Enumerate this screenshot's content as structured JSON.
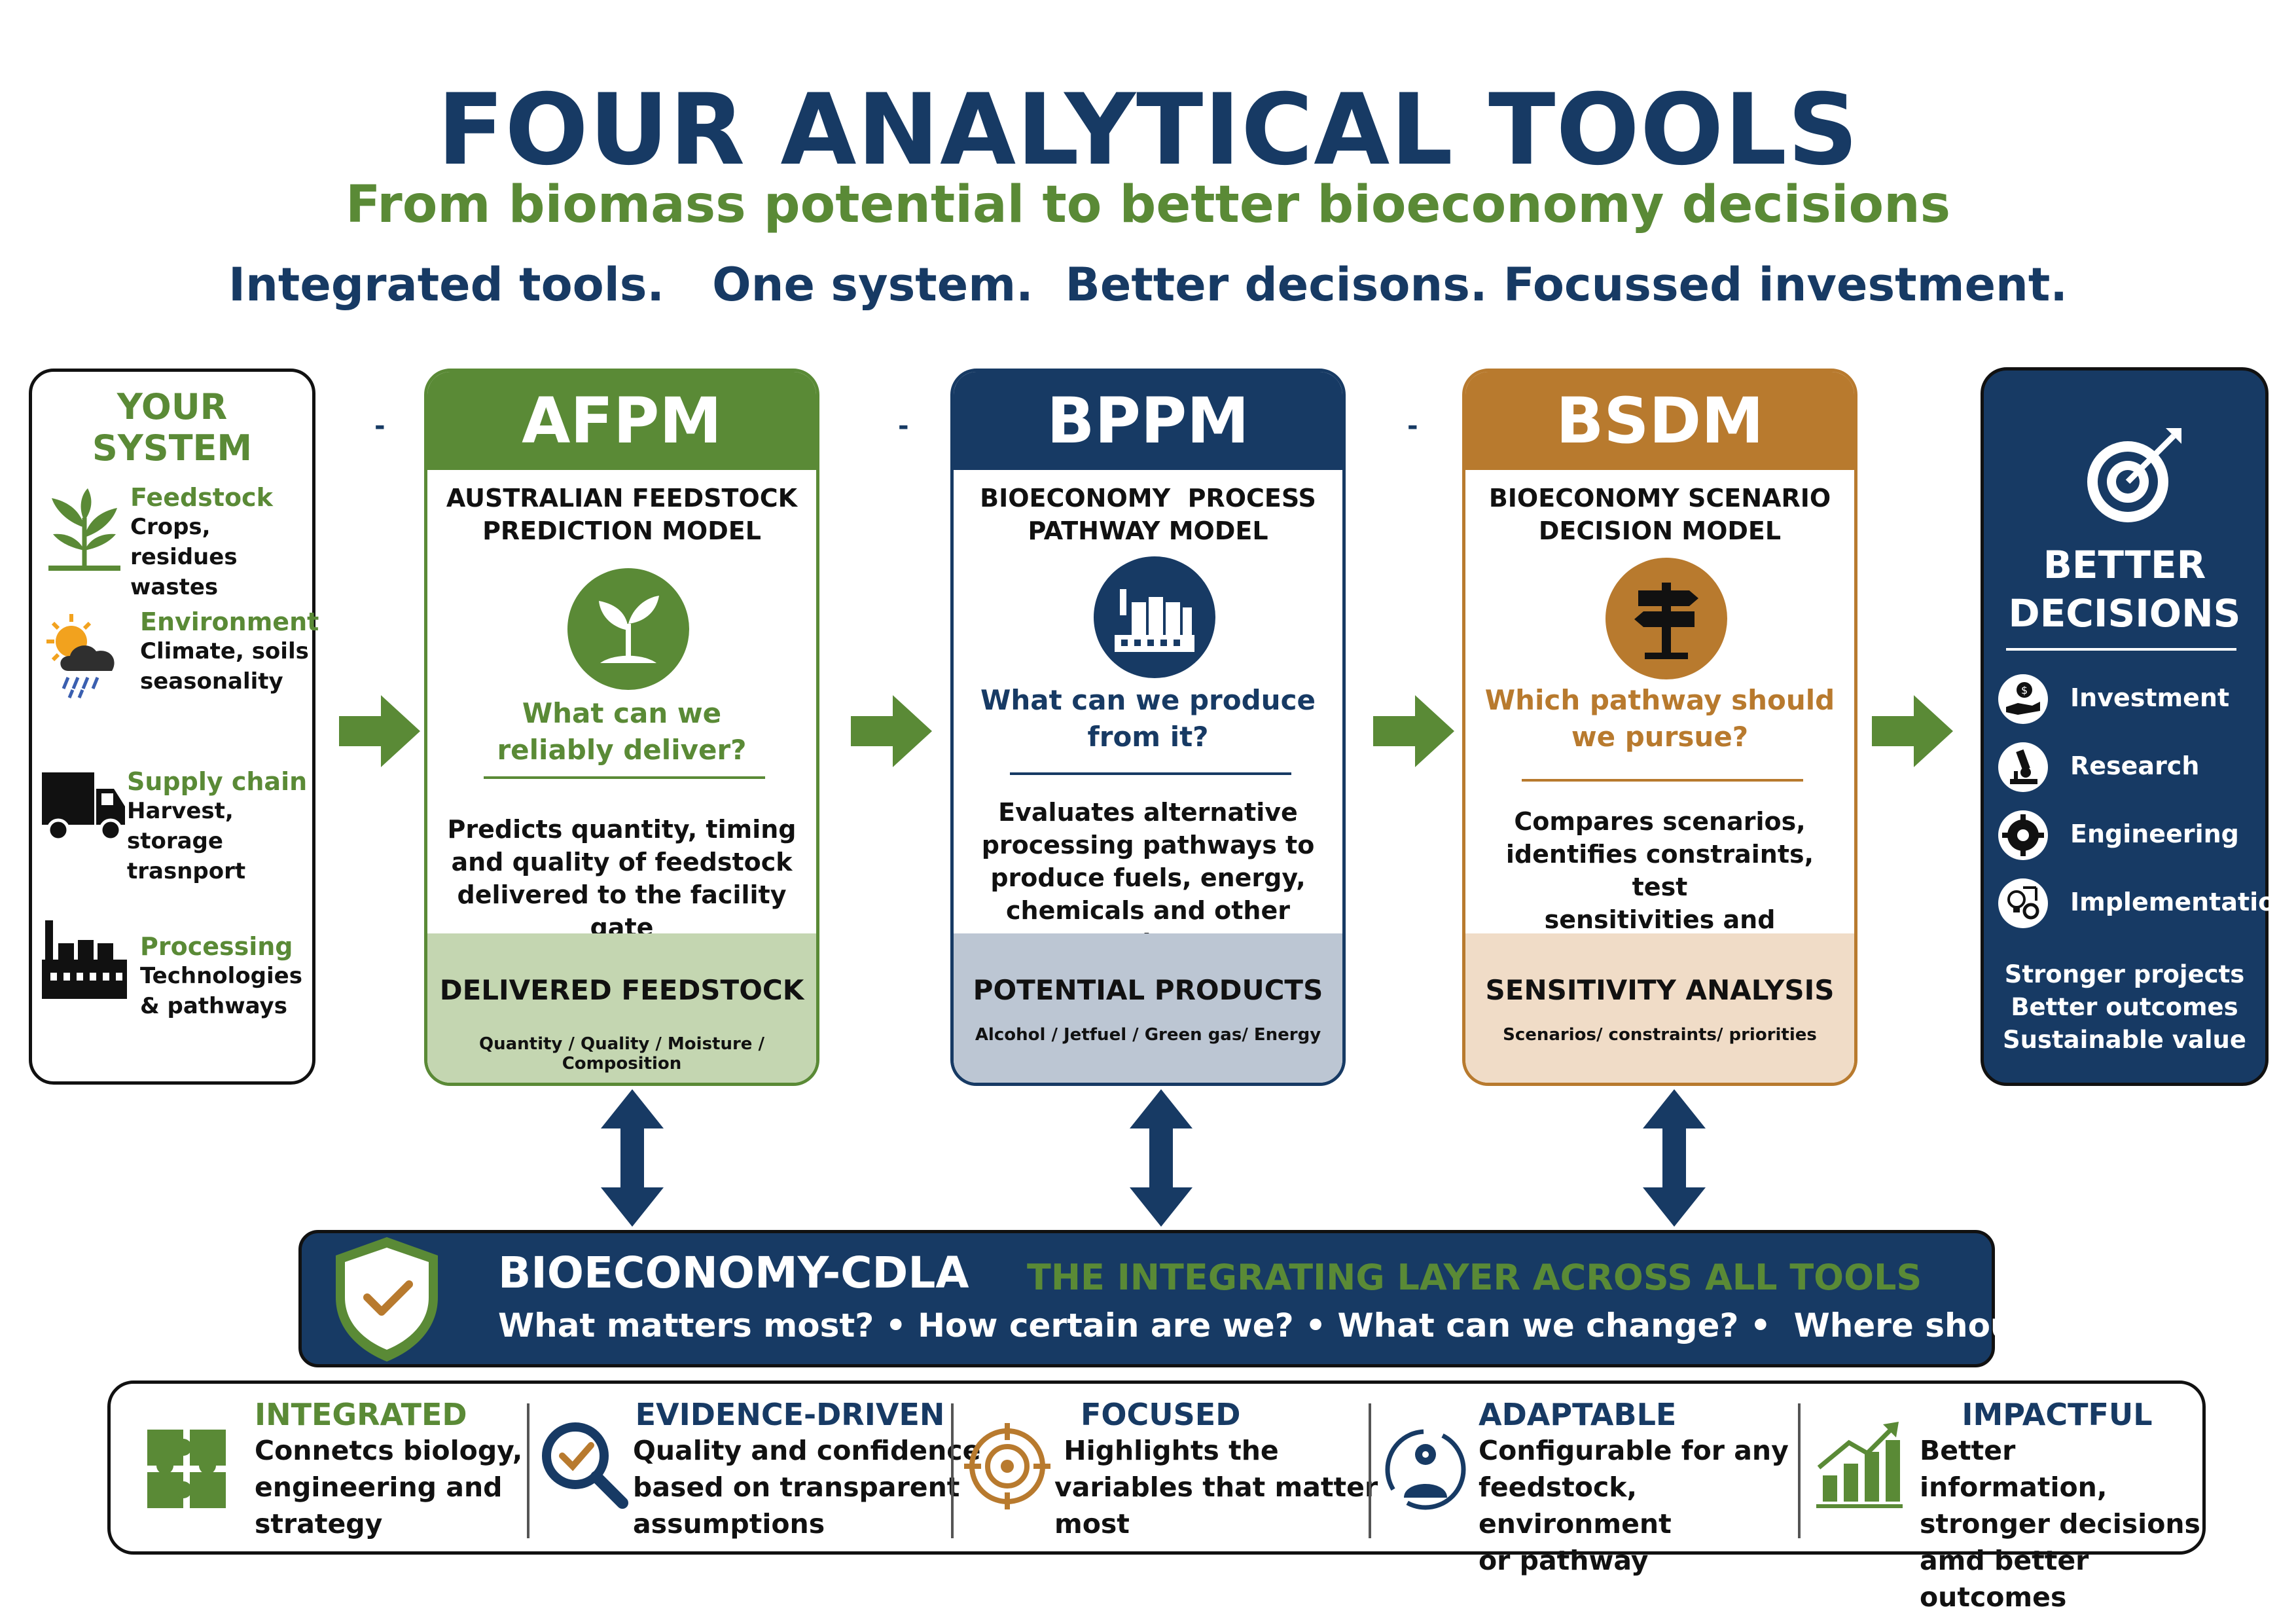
{
  "header": {
    "title": "FOUR ANALYTICAL TOOLS",
    "subtitle": "From biomass potential to better bioeconomy decisions",
    "tagline": "Integrated tools.   One system.  Better decisons. Focussed investment."
  },
  "your_system": {
    "title": "YOUR SYSTEM",
    "items": [
      {
        "head": "Feedstock",
        "line1": "Crops, residues",
        "line2": "wastes",
        "icon": "plant-icon"
      },
      {
        "head": "Environment",
        "line1": "Climate, soils",
        "line2": "seasonality",
        "icon": "weather-icon"
      },
      {
        "head": "Supply chain",
        "line1": "Harvest, storage",
        "line2": "trasnport",
        "icon": "truck-icon"
      },
      {
        "head": "Processing",
        "line1": "Technologies",
        "line2": "& pathways",
        "icon": "factory-icon"
      }
    ]
  },
  "tools": [
    {
      "code": "AFPM",
      "name_line1": "AUSTRALIAN FEEDSTOCK",
      "name_line2": "PREDICTION MODEL",
      "question_line1": "What can we",
      "question_line2": "reliably deliver?",
      "desc_line1": "Predicts quantity, timing",
      "desc_line2": "and quality of feedstock",
      "desc_line3": "delivered to the facility gate",
      "desc_line4": "",
      "output": "DELIVERED FEEDSTOCK",
      "output_detail": "Quantity / Quality / Moisture / Composition",
      "color": "#5a8a36",
      "foot_color": "#c4d6b1",
      "icon": "seedling-icon"
    },
    {
      "code": "BPPM",
      "name_line1": "BIOECONOMY  PROCESS",
      "name_line2": "PATHWAY MODEL",
      "question_line1": "What can we produce",
      "question_line2": "from it?",
      "desc_line1": "Evaluates alternative",
      "desc_line2": "processing pathways to",
      "desc_line3": "produce fuels, energy,",
      "desc_line4": "chemicals and other products",
      "output": "POTENTIAL PRODUCTS",
      "output_detail": "Alcohol / Jetfuel / Green gas/ Energy",
      "color": "#173a64",
      "foot_color": "#bcc6d3",
      "icon": "biorefinery-icon"
    },
    {
      "code": "BSDM",
      "name_line1": "BIOECONOMY SCENARIO",
      "name_line2": "DECISION MODEL",
      "question_line1": "Which pathway should",
      "question_line2": "we pursue?",
      "desc_line1": "Compares scenarios,",
      "desc_line2": "identifies constraints, test",
      "desc_line3": "sensitivities and priorities",
      "desc_line4": "",
      "output": "SENSITIVITY ANALYSIS",
      "output_detail": "Scenarios/ constraints/ priorities",
      "color": "#b87a2e",
      "foot_color": "#f0dcc7",
      "icon": "signpost-icon"
    }
  ],
  "separators": [
    "-",
    "-",
    "-"
  ],
  "better_decisions": {
    "title_line1": "BETTER",
    "title_line2": "DECISIONS",
    "items": [
      {
        "label": "Investment",
        "icon": "money-hand-icon"
      },
      {
        "label": "Research",
        "icon": "microscope-icon"
      },
      {
        "label": "Engineering",
        "icon": "gear-icon"
      },
      {
        "label": "Implementation",
        "icon": "lightbulb-gear-icon"
      }
    ],
    "foot_line1": "Stronger projects",
    "foot_line2": "Better outcomes",
    "foot_line3": "Sustainable value"
  },
  "cdla": {
    "name": "BIOECONOMY-CDLA",
    "layer": "THE INTEGRATING LAYER ACROSS ALL TOOLS",
    "questions": "What matters most? • How certain are we? • What can we change? •  Where should we act?"
  },
  "features": [
    {
      "head": "INTEGRATED",
      "line1": "Connetcs biology,",
      "line2": "engineering and",
      "line3": "strategy",
      "icon": "puzzle-icon",
      "color": "#5a8a36"
    },
    {
      "head": "EVIDENCE-DRIVEN",
      "line1": "Quality and confidence",
      "line2": "based on transparent",
      "line3": "assumptions",
      "icon": "magnifier-check-icon",
      "color": "#173a64"
    },
    {
      "head": "FOCUSED",
      "line1": " Highlights the",
      "line2": "variables that matter",
      "line3": "most",
      "icon": "target-icon",
      "color": "#173a64"
    },
    {
      "head": "ADAPTABLE",
      "line1": "Configurable for any",
      "line2": "feedstock, environment",
      "line3": "or pathway",
      "icon": "person-gear-icon",
      "color": "#173a64"
    },
    {
      "head": "IMPACTFUL",
      "line1": "Better information,",
      "line2": "stronger decisions",
      "line3": "amd better outcomes",
      "icon": "growth-chart-icon",
      "color": "#173a64"
    }
  ],
  "colors": {
    "navy": "#173a64",
    "green": "#5a8a36",
    "orange": "#b87a2e"
  }
}
